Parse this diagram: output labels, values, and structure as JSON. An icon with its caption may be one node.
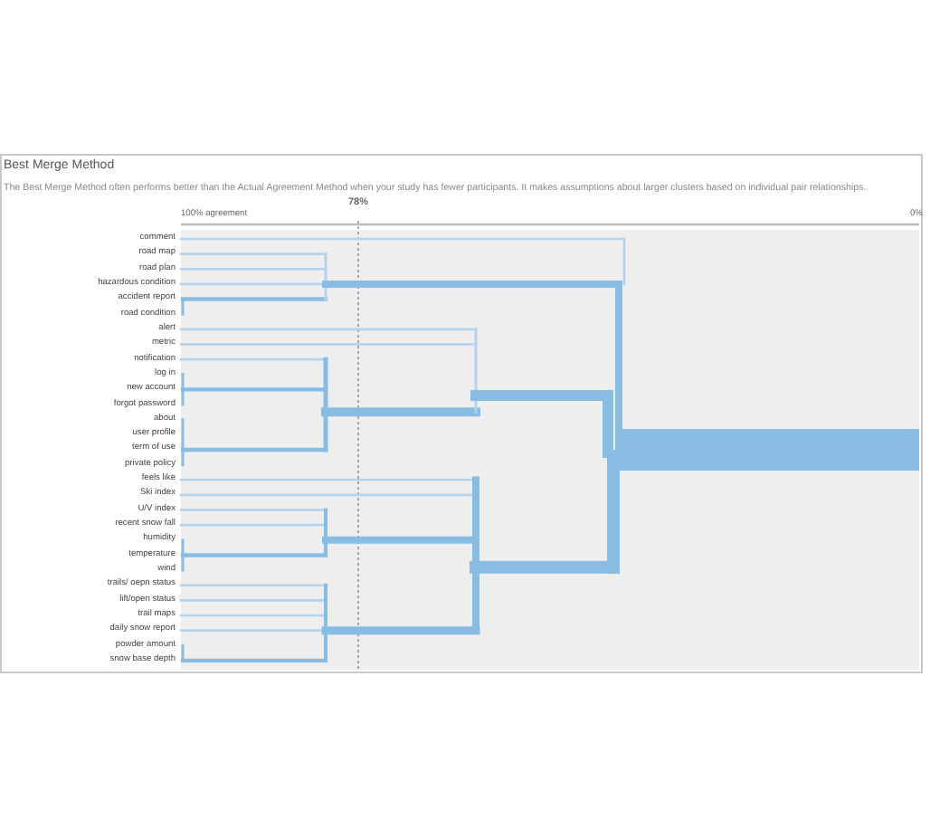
{
  "diagram": {
    "title": "Best Merge Method",
    "labels": [
      "The Best Merge Method often performs better than the Actual Agreement Method when your study has fewer participants. It makes assumptions about larger clusters based on individual pair relationships.",
      "78%",
      "100% agreement",
      "0%",
      "comment",
      "road map",
      "road plan",
      "hazardous condition",
      "accident report",
      "road condition",
      "alert",
      "metric",
      "notification",
      "log in",
      "new account",
      "forgot password",
      "about",
      "user profile",
      "term of use",
      "private policy",
      "feels like",
      "Ski index",
      "U/V index",
      "recent snow fall",
      "humidity",
      "temperature",
      "wind",
      "trails/ oepn status",
      "lift/open status",
      "trail maps",
      "daily snow report",
      "powder amount",
      "snow base depth"
    ]
  }
}
